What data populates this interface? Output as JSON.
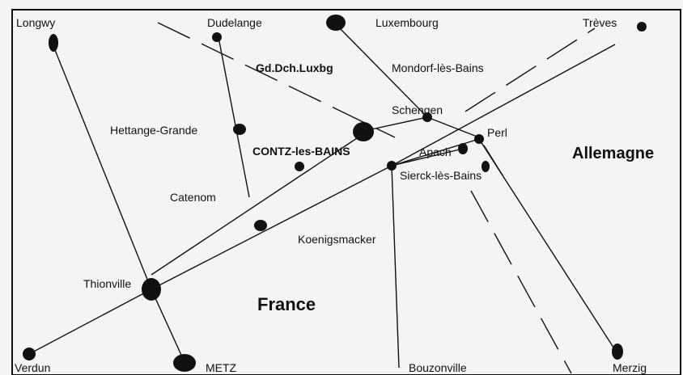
{
  "map": {
    "places": {
      "longwy": "Longwy",
      "dudelange": "Dudelange",
      "luxembourg": "Luxembourg",
      "treves": "Trèves",
      "gd_dch": "Gd.Dch.Luxbg",
      "mondorf": "Mondorf-lès-Bains",
      "schengen": "Schengen",
      "hettange": "Hettange-Grande",
      "perl": "Perl",
      "contz": "CONTZ-les-BAINS",
      "apach": "Apach",
      "sierck": "Sierck-lès-Bains",
      "catenom": "Catenom",
      "koenigsmacker": "Koenigsmacker",
      "thionville": "Thionville",
      "verdun": "Verdun",
      "metz": "METZ",
      "bouzonville": "Bouzonville",
      "merzig": "Merzig"
    },
    "regions": {
      "france": "France",
      "allemagne": "Allemagne"
    },
    "colors": {
      "ink": "#111111",
      "paper": "#f4f4f2"
    }
  }
}
